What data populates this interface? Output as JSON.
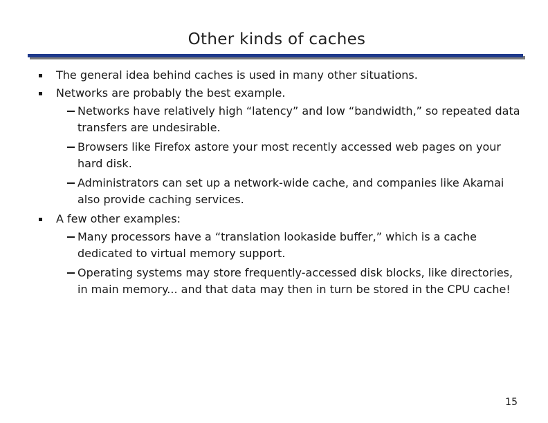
{
  "slide": {
    "title": "Other kinds of caches",
    "page_number": "15",
    "bullets": [
      {
        "text": "The general idea behind caches is used in many other situations."
      },
      {
        "text": "Networks are probably the best example.",
        "sub": [
          "Networks have relatively high “latency” and low “bandwidth,” so repeated data transfers are undesirable.",
          "Browsers like Firefox astore your most recently accessed web pages on your hard disk.",
          "Administrators can set up a network-wide cache, and companies like Akamai also provide caching services."
        ]
      },
      {
        "text": "A few other examples:",
        "sub": [
          "Many processors have a “translation lookaside buffer,” which is a cache dedicated to virtual memory support.",
          "Operating systems may store frequently-accessed disk blocks, like directories, in main memory... and that data may then in turn be stored in the CPU cache!"
        ]
      }
    ]
  }
}
